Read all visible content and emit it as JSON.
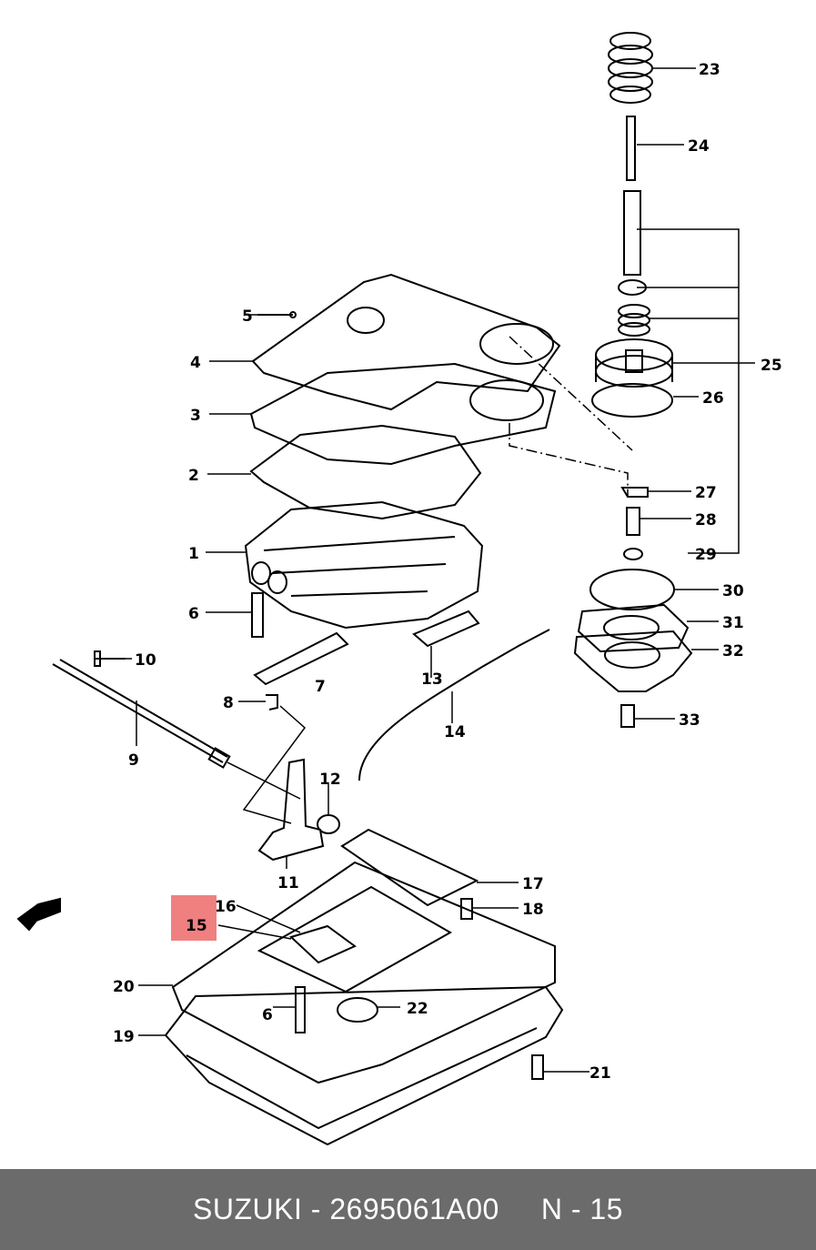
{
  "diagram": {
    "callouts": {
      "c1": "1",
      "c2": "2",
      "c3": "3",
      "c4": "4",
      "c5": "5",
      "c6a": "6",
      "c6b": "6",
      "c7": "7",
      "c8": "8",
      "c9": "9",
      "c10": "10",
      "c11": "11",
      "c12": "12",
      "c13": "13",
      "c14": "14",
      "c15": "15",
      "c16": "16",
      "c17": "17",
      "c18": "18",
      "c19": "19",
      "c20": "20",
      "c21": "21",
      "c22": "22",
      "c23": "23",
      "c24": "24",
      "c25": "25",
      "c26": "26",
      "c27": "27",
      "c28": "28",
      "c29": "29",
      "c30": "30",
      "c31": "31",
      "c32": "32",
      "c33": "33"
    },
    "highlighted_part": "15",
    "highlight_color": "#f08080"
  },
  "footer": {
    "part_ref": "SUZUKI - 2695061A00",
    "position_ref": "N - 15",
    "background": "#6b6b6b"
  }
}
